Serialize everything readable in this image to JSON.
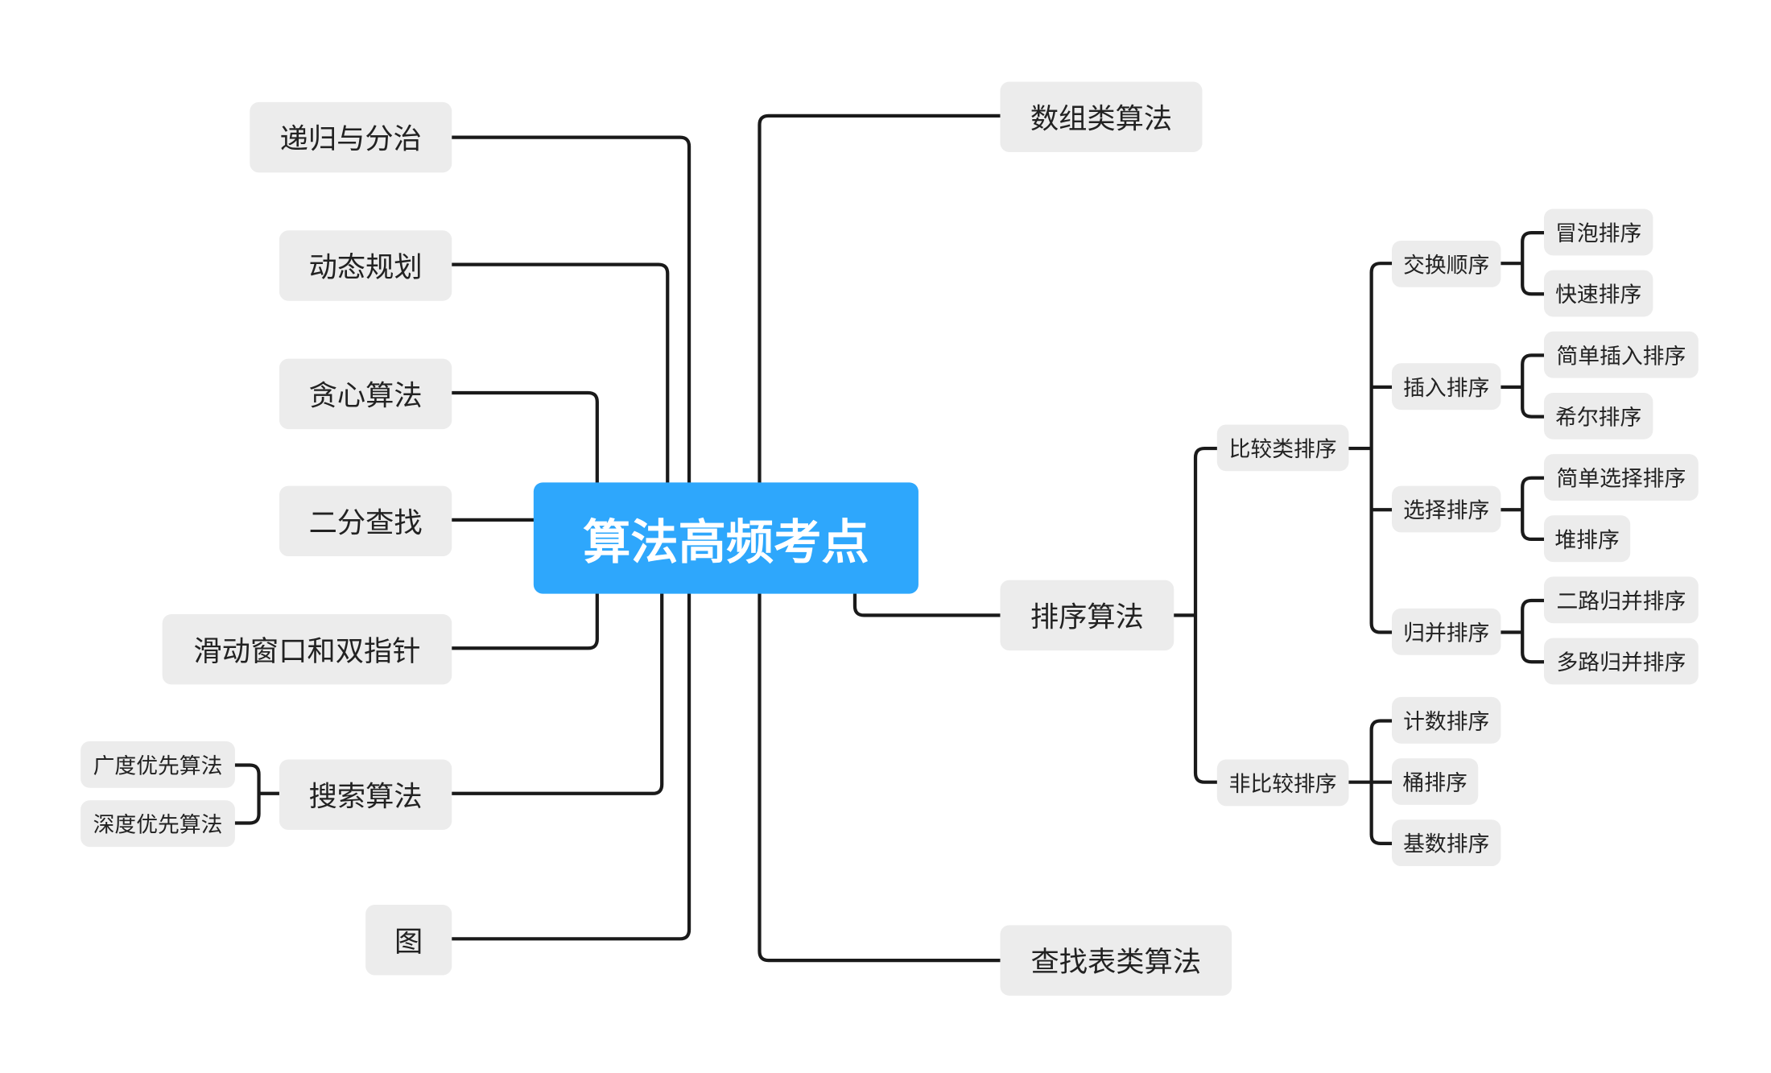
{
  "root": {
    "label": "算法高频考点",
    "color": "#2ea7fc"
  },
  "left": {
    "recursion": "递归与分治",
    "dp": "动态规划",
    "greedy": "贪心算法",
    "binary_search": "二分查找",
    "sliding_window": "滑动窗口和双指针",
    "search": "搜索算法",
    "search_children": [
      "广度优先算法",
      "深度优先算法"
    ],
    "graph": "图"
  },
  "right": {
    "array": "数组类算法",
    "sorting": "排序算法",
    "lookup_table": "查找表类算法",
    "comparison": {
      "label": "比较类排序",
      "groups": [
        {
          "label": "交换顺序",
          "items": [
            "冒泡排序",
            "快速排序"
          ]
        },
        {
          "label": "插入排序",
          "items": [
            "简单插入排序",
            "希尔排序"
          ]
        },
        {
          "label": "选择排序",
          "items": [
            "简单选择排序",
            "堆排序"
          ]
        },
        {
          "label": "归并排序",
          "items": [
            "二路归并排序",
            "多路归并排序"
          ]
        }
      ]
    },
    "non_comparison": {
      "label": "非比较排序",
      "items": [
        "计数排序",
        "桶排序",
        "基数排序"
      ]
    }
  }
}
